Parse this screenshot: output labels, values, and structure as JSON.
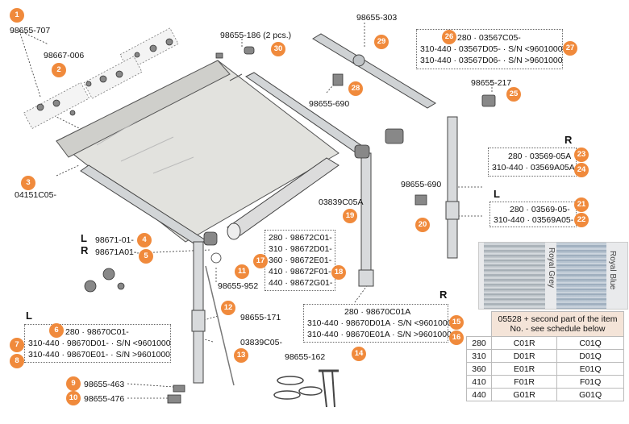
{
  "parts": {
    "p98655_707": "98655-707",
    "p98667_006": "98667-006",
    "p04151C05": "04151C05-",
    "p98655_186": "98655-186 (2 pcs.)",
    "p98655_303": "98655-303",
    "p98655_690a": "98655-690",
    "p98655_690b": "98655-690",
    "p98655_217": "98655-217",
    "p03839C05A": "03839C05A",
    "p98671_01": "98671-01-",
    "p98671A01": "98671A01-",
    "p98655_952": "98655-952",
    "p98655_171": "98655-171",
    "p03839C05": "03839C05-",
    "p98655_162": "98655-162",
    "p98655_463": "98655-463",
    "p98655_476": "98655-476"
  },
  "groups": {
    "g26": [
      "280 · 03567C05-",
      "310-440 · 03567D05- · S/N <9601000",
      "310-440 · 03567D06- · S/N >9601000"
    ],
    "gR_top_line1": "280 · 03569-05A",
    "gR_top_line2": "310-440 · 03569A05A",
    "gL_mid_line1": "280 · 03569-05-",
    "gL_mid_line2": "310-440 · 03569A05-",
    "g17": [
      "280 · 98672C01-",
      "310 · 98672D01-",
      "360 · 98672E01-",
      "410 · 98672F01-",
      "440 · 98672G01-"
    ],
    "g15": [
      "280 · 98670C01A",
      "310-440 · 98670D01A · S/N <9601000",
      "310-440 · 98670E01A · S/N >9601000"
    ],
    "g6": [
      "280 · 98670C01-",
      "310-440 · 98670D01- · S/N <9601000",
      "310-440 · 98670E01- · S/N >9601000"
    ]
  },
  "side_labels": {
    "R1": "R",
    "L1": "L",
    "L2": "L",
    "R2": "R",
    "R3": "R"
  },
  "badges": [
    "1",
    "2",
    "3",
    "4",
    "5",
    "6",
    "7",
    "8",
    "9",
    "10",
    "11",
    "12",
    "13",
    "14",
    "15",
    "16",
    "17",
    "18",
    "19",
    "20",
    "21",
    "22",
    "23",
    "24",
    "25",
    "26",
    "27",
    "28",
    "29",
    "30"
  ],
  "fabric": {
    "grey_label": "Royal Grey",
    "blue_label": "Royal Blue"
  },
  "schedule": {
    "header": "05528 + second part of the item No. - see schedule below",
    "rows": [
      [
        "280",
        "C01R",
        "C01Q"
      ],
      [
        "310",
        "D01R",
        "D01Q"
      ],
      [
        "360",
        "E01R",
        "E01Q"
      ],
      [
        "410",
        "F01R",
        "F01Q"
      ],
      [
        "440",
        "G01R",
        "G01Q"
      ]
    ]
  },
  "colors": {
    "badge": "#f08a3c",
    "rail": "#cfd2d4",
    "canvas": "#e4e4e0"
  }
}
